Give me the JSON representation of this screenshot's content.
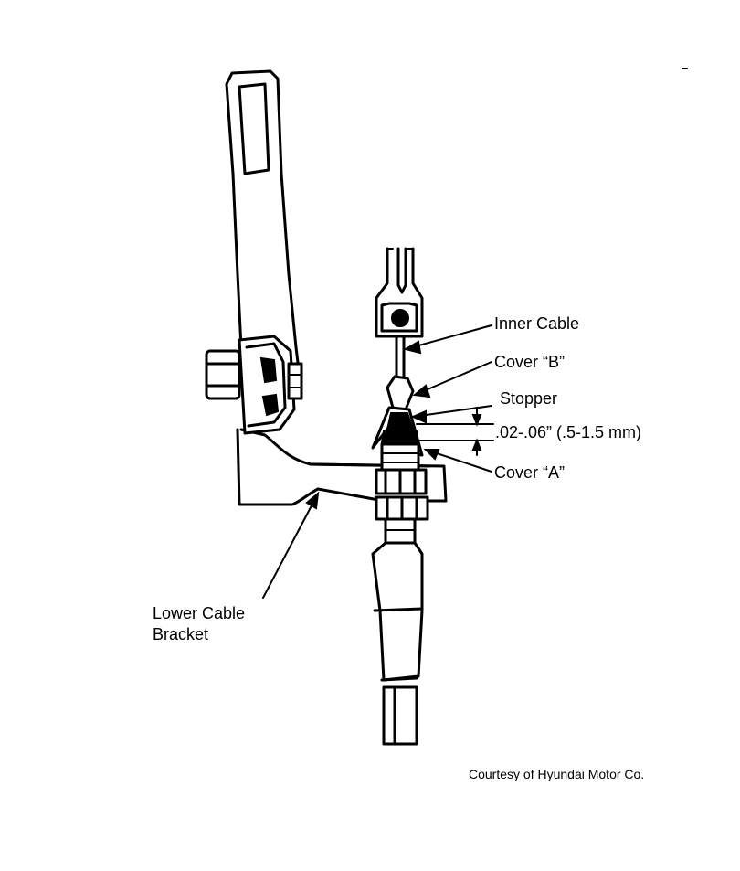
{
  "labels": {
    "inner_cable": "Inner Cable",
    "cover_b": "Cover “B”",
    "stopper": "Stopper",
    "clearance": ".02-.06” (.5-1.5 mm)",
    "cover_a": "Cover “A”",
    "lower_bracket_line1": "Lower Cable",
    "lower_bracket_line2": "Bracket"
  },
  "credit": "Courtesy of Hyundai Motor Co.",
  "colors": {
    "ink": "#000000",
    "paper": "#ffffff"
  }
}
